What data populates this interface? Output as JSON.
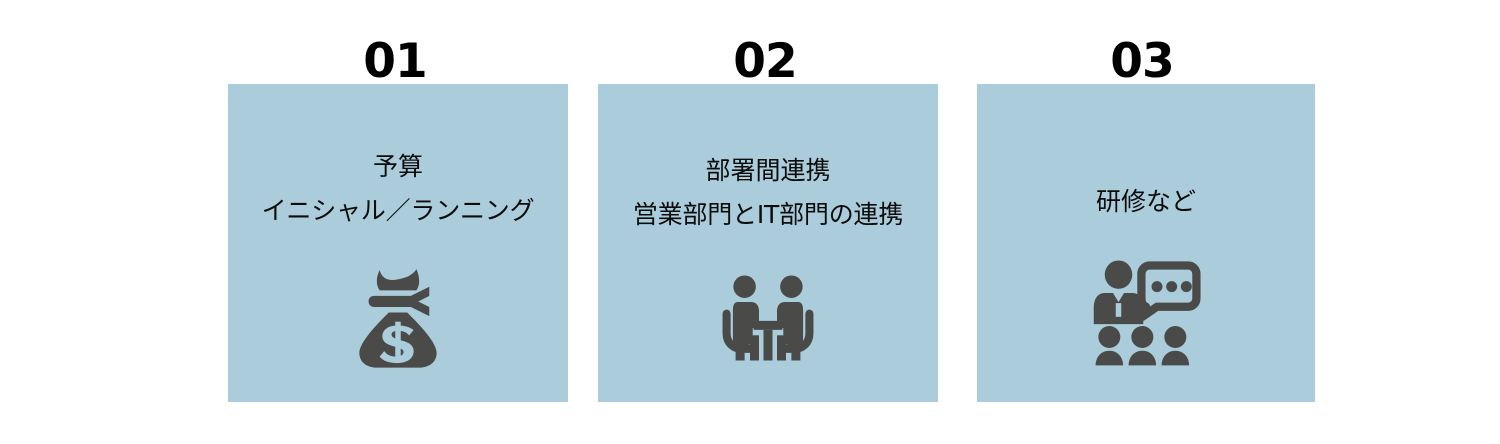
{
  "page": {
    "background_color": "#ffffff",
    "card_color": "#abccdb",
    "icon_color": "#4a4a48",
    "number_color": "#000000",
    "text_color": "#0c0c0c"
  },
  "cards": [
    {
      "number": "01",
      "line1": "予算",
      "line2": "イニシャル／ランニング",
      "icon": "money-bag-icon"
    },
    {
      "number": "02",
      "line1": "部署間連携",
      "line2": "営業部門とIT部門の連携",
      "icon": "meeting-table-icon"
    },
    {
      "number": "03",
      "line1": "研修など",
      "line2": "",
      "icon": "training-presenter-icon"
    }
  ]
}
